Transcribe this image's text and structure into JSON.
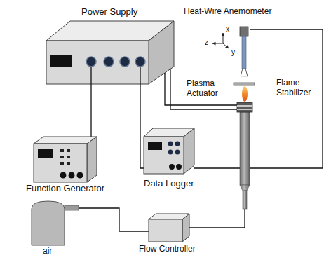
{
  "diagram": {
    "nodes": [
      {
        "text": [
          "Power Supply"
        ]
      },
      {
        "text": [
          "Heat-Wire Anemometer"
        ]
      },
      {
        "text": [
          "Plasma Actuator"
        ]
      },
      {
        "text": [
          "Function Generator"
        ]
      },
      {
        "text": [
          "Data Logger"
        ]
      },
      {
        "text": [
          "air"
        ]
      },
      {
        "text": [
          "Flow Controller"
        ]
      }
    ],
    "edges": [
      {
        "from": 0,
        "to": 3,
        "arrow": "none"
      },
      {
        "from": 0,
        "to": 2,
        "arrow": "none"
      },
      {
        "from": 0,
        "to": 2,
        "arrow": "none"
      },
      {
        "from": 0,
        "to": 4,
        "arrow": "none"
      },
      {
        "from": 1,
        "to": 4,
        "arrow": "none"
      },
      {
        "from": 5,
        "to": 6,
        "arrow": "none"
      },
      {
        "from": 6,
        "to": 2,
        "arrow": "none"
      }
    ],
    "labels": [
      "x",
      "z",
      "y",
      "Flame Stabilizer"
    ]
  }
}
